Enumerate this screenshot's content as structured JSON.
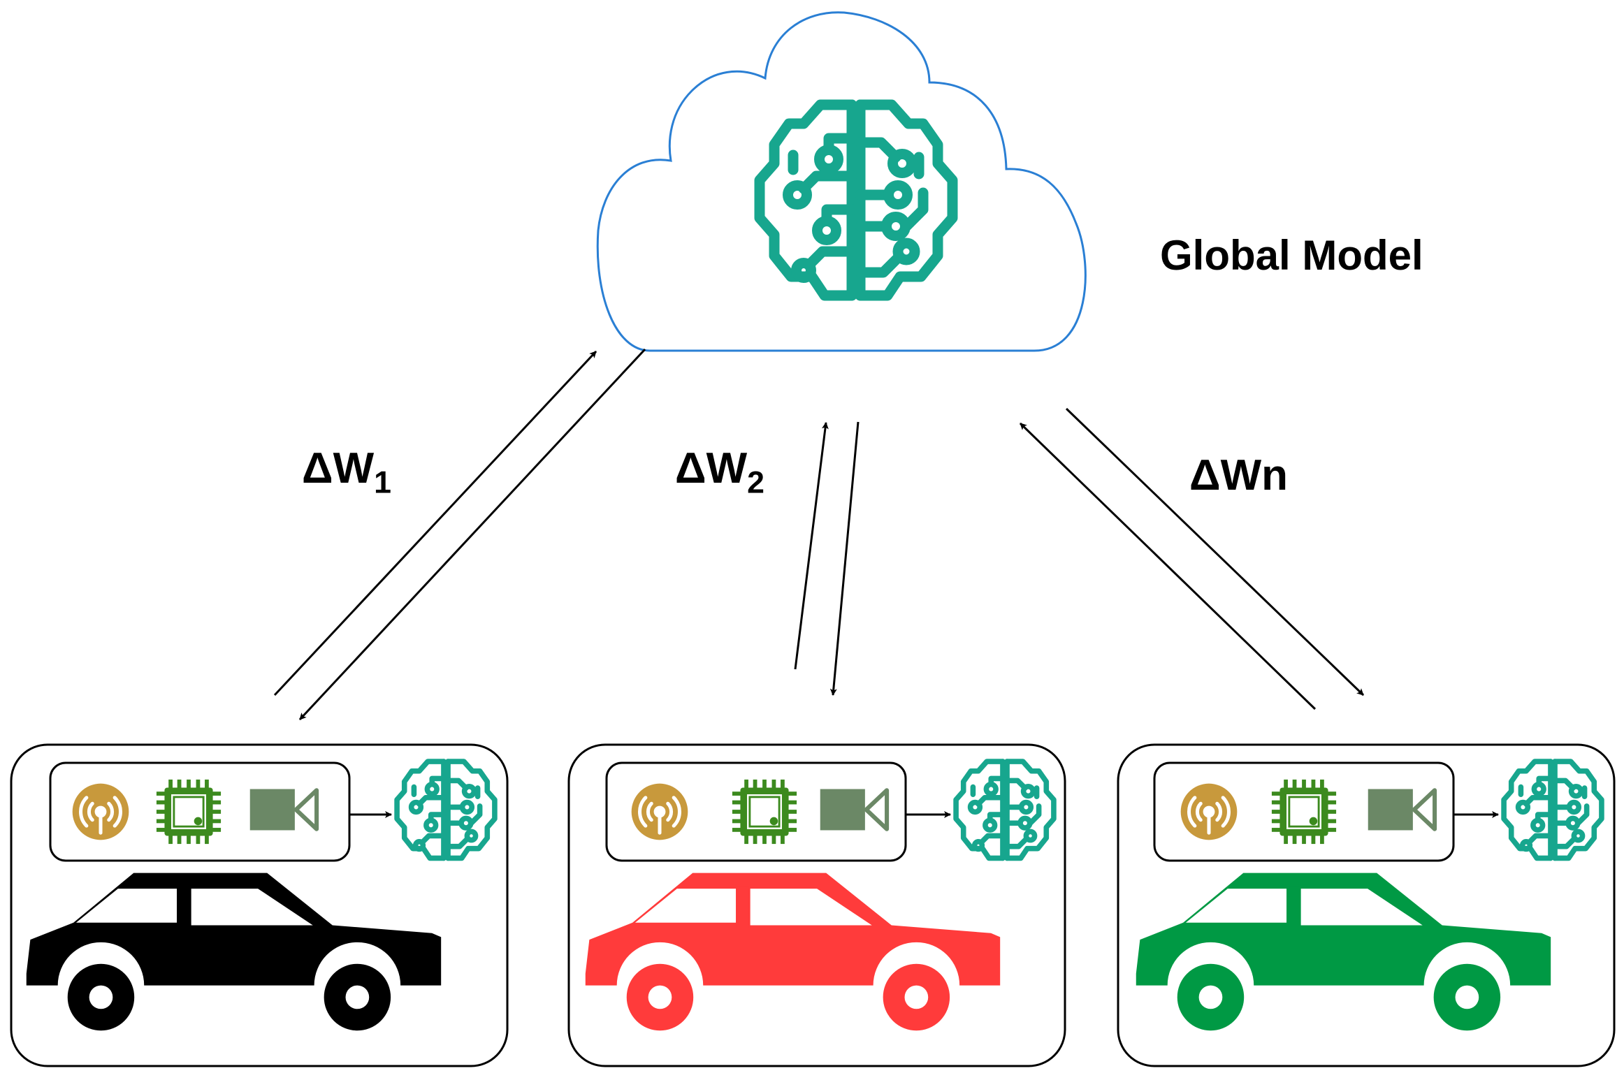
{
  "global_model": {
    "label": "Global Model",
    "cloud_icon": "cloud-icon",
    "model_icon": "brain-circuit-icon"
  },
  "updates": [
    {
      "symbol": "ΔW",
      "subscript": "1"
    },
    {
      "symbol": "ΔW",
      "subscript": "2"
    },
    {
      "symbol": "ΔWn",
      "subscript": ""
    }
  ],
  "vehicles": [
    {
      "car_icon": "car-icon",
      "color": "#000000",
      "wheel_color": "#000000"
    },
    {
      "car_icon": "car-icon",
      "color": "#ff3b3b",
      "wheel_color": "#ff3b3b"
    },
    {
      "car_icon": "car-icon",
      "color": "#009944",
      "wheel_color": "#009944"
    }
  ],
  "vehicle_components": {
    "sensor_icon": "sensor-icon",
    "chip_icon": "processor-chip-icon",
    "camera_icon": "video-camera-icon",
    "local_model_icon": "brain-circuit-icon"
  },
  "colors": {
    "cloud_stroke": "#2a7fd4",
    "brain": "#17a68e",
    "sensor": "#c8993c",
    "chip": "#3c8a1e",
    "camera": "#6b8866",
    "outline": "#000000"
  }
}
